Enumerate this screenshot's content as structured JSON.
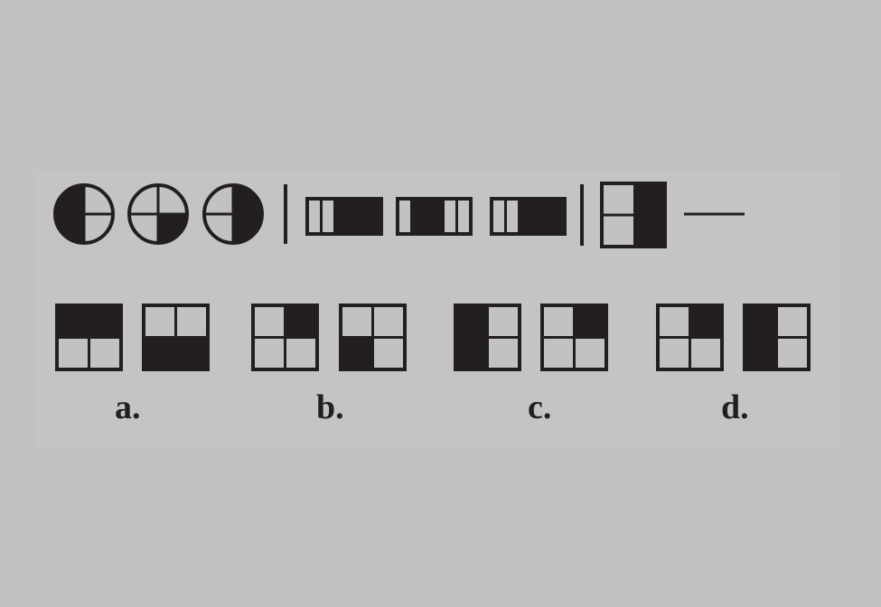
{
  "puzzle": {
    "fill_color": "#231f20",
    "background_color": "#c2c2c2",
    "question_rows": [
      {
        "kind": "circle",
        "filled": [
          "tl",
          "bl"
        ]
      },
      {
        "kind": "circle",
        "filled": [
          "br"
        ]
      },
      {
        "kind": "circle",
        "filled": [
          "tr",
          "br"
        ]
      },
      {
        "kind": "bar",
        "filled": [
          "right"
        ]
      },
      {
        "kind": "bar",
        "filled": [
          "left",
          "right"
        ]
      },
      {
        "kind": "bar",
        "filled": [
          "right"
        ]
      },
      {
        "kind": "square",
        "filled": [
          "tr",
          "br"
        ]
      }
    ],
    "options": [
      {
        "label": "a.",
        "figures": [
          {
            "filled": [
              "tl",
              "tr"
            ]
          },
          {
            "filled": [
              "bl",
              "br"
            ]
          }
        ]
      },
      {
        "label": "b.",
        "figures": [
          {
            "filled": [
              "tr"
            ]
          },
          {
            "filled": [
              "bl"
            ]
          }
        ]
      },
      {
        "label": "c.",
        "figures": [
          {
            "filled": [
              "tl",
              "bl"
            ]
          },
          {
            "filled": [
              "tr"
            ]
          }
        ]
      },
      {
        "label": "d.",
        "figures": [
          {
            "filled": [
              "tr"
            ]
          },
          {
            "filled": [
              "tl",
              "bl"
            ]
          }
        ]
      }
    ]
  }
}
